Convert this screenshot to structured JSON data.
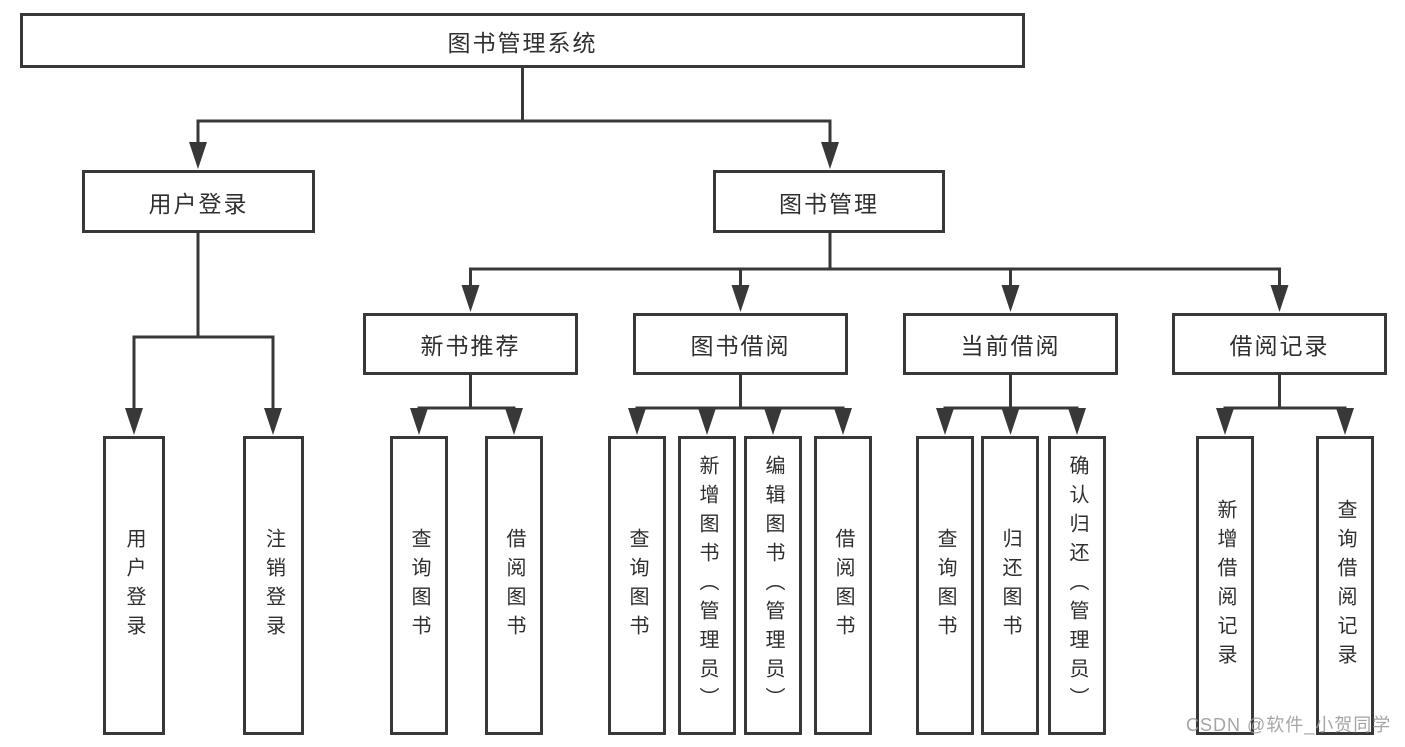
{
  "diagram": {
    "tree": {
      "label": "图书管理系统",
      "children": [
        {
          "label": "用户登录",
          "children": [
            {
              "label": "用户登录"
            },
            {
              "label": "注销登录"
            }
          ]
        },
        {
          "label": "图书管理",
          "children": [
            {
              "label": "新书推荐",
              "children": [
                {
                  "label": "查询图书"
                },
                {
                  "label": "借阅图书"
                }
              ]
            },
            {
              "label": "图书借阅",
              "children": [
                {
                  "label": "查询图书"
                },
                {
                  "label": "新增图书（管理员）"
                },
                {
                  "label": "编辑图书（管理员）"
                },
                {
                  "label": "借阅图书"
                }
              ]
            },
            {
              "label": "当前借阅",
              "children": [
                {
                  "label": "查询图书"
                },
                {
                  "label": "归还图书"
                },
                {
                  "label": "确认归还（管理员）"
                }
              ]
            },
            {
              "label": "借阅记录",
              "children": [
                {
                  "label": "新增借阅记录"
                },
                {
                  "label": "查询借阅记录"
                }
              ]
            }
          ]
        }
      ]
    },
    "colors": {
      "line": "#383838",
      "text": "#2f2f2f",
      "background": "#ffffff",
      "watermark": "#989898"
    }
  },
  "watermark": {
    "text": "CSDN @软件_小贺同学"
  }
}
